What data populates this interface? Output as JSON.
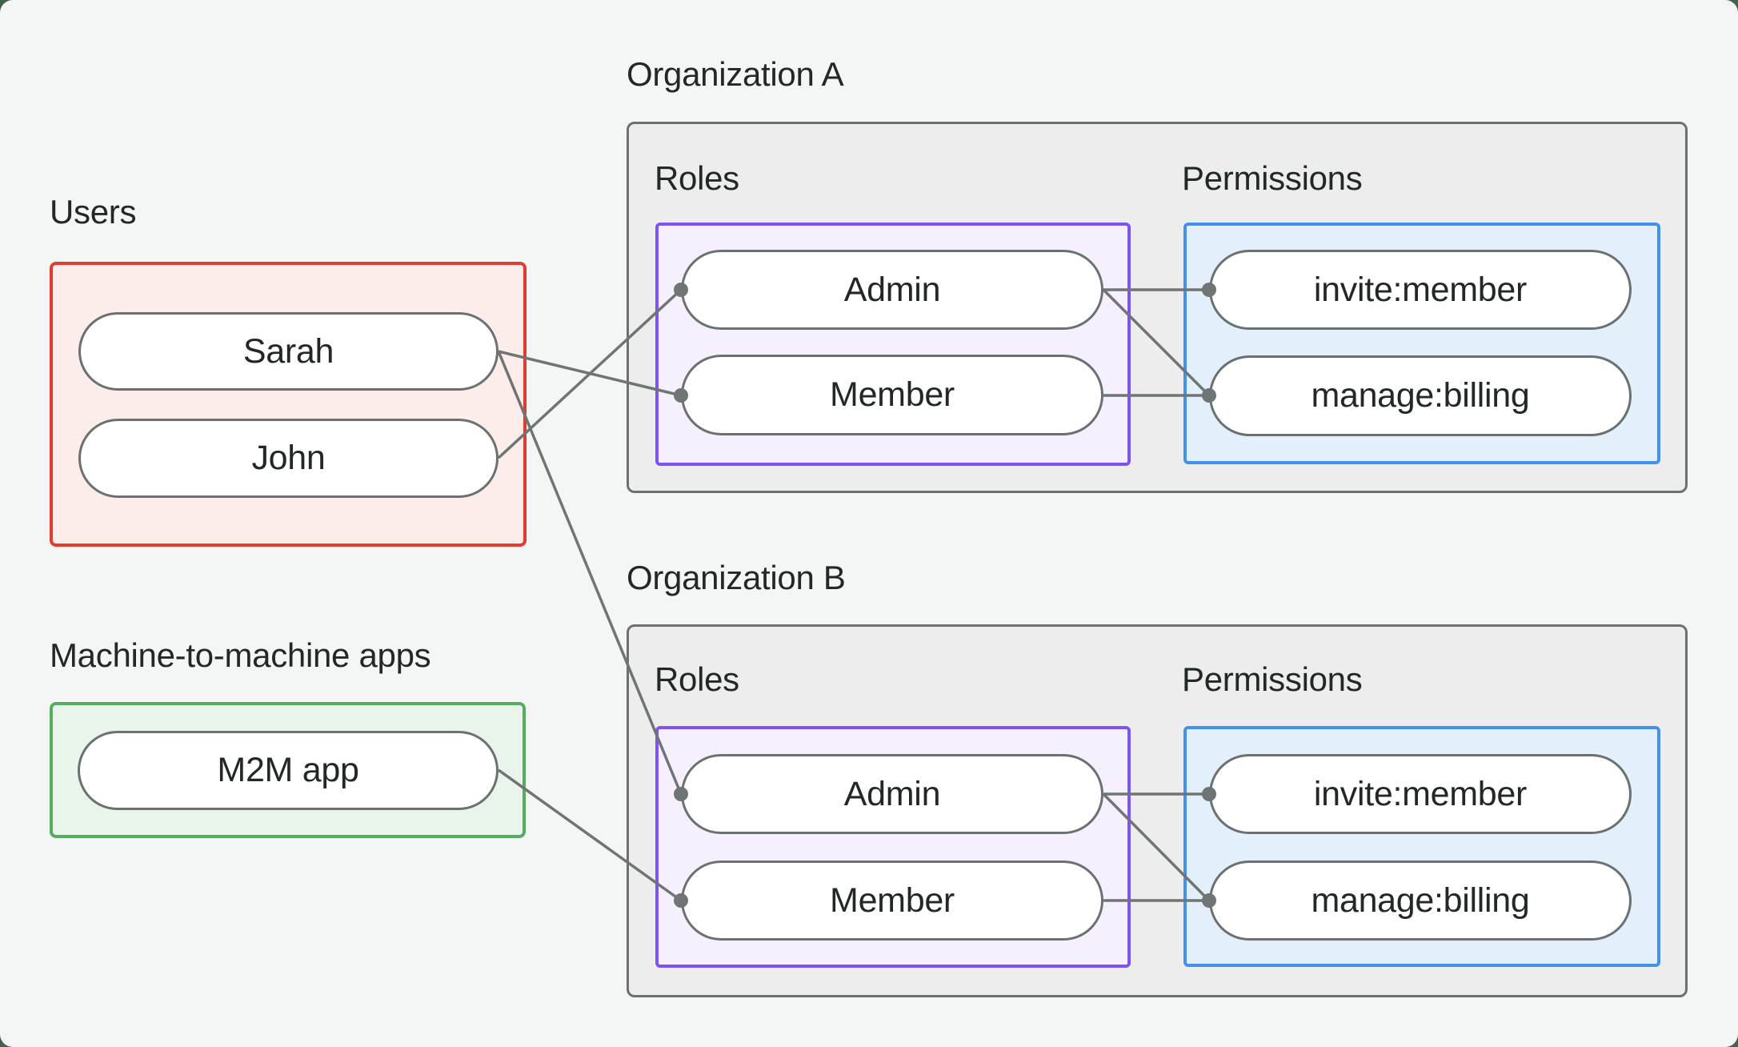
{
  "page": {
    "background_behind_panel": "#42604d",
    "panel_background": "#f4f6f5"
  },
  "users_section": {
    "label": "Users",
    "accent_border": "#e23b30",
    "fill": "#fdedea",
    "items": [
      {
        "label": "Sarah"
      },
      {
        "label": "John"
      }
    ]
  },
  "m2m_section": {
    "label": "Machine-to-machine apps",
    "accent_border": "#56ad62",
    "fill": "#e9f5ea",
    "items": [
      {
        "label": "M2M app"
      }
    ]
  },
  "organizations": [
    {
      "title": "Organization A",
      "roles_label": "Roles",
      "permissions_label": "Permissions",
      "roles": [
        {
          "label": "Admin"
        },
        {
          "label": "Member"
        }
      ],
      "permissions": [
        {
          "label": "invite:member"
        },
        {
          "label": "manage:billing"
        }
      ]
    },
    {
      "title": "Organization B",
      "roles_label": "Roles",
      "permissions_label": "Permissions",
      "roles": [
        {
          "label": "Admin"
        },
        {
          "label": "Member"
        }
      ],
      "permissions": [
        {
          "label": "invite:member"
        },
        {
          "label": "manage:billing"
        }
      ]
    }
  ],
  "connections": [
    {
      "from": "Sarah",
      "to": "Organization A / Member"
    },
    {
      "from": "John",
      "to": "Organization A / Admin"
    },
    {
      "from": "Sarah",
      "to": "Organization B / Admin"
    },
    {
      "from": "M2M app",
      "to": "Organization B / Member"
    },
    {
      "from": "Organization A / Admin",
      "to": "Organization A / invite:member"
    },
    {
      "from": "Organization A / Admin",
      "to": "Organization A / manage:billing"
    },
    {
      "from": "Organization A / Member",
      "to": "Organization A / manage:billing"
    },
    {
      "from": "Organization B / Admin",
      "to": "Organization B / invite:member"
    },
    {
      "from": "Organization B / Admin",
      "to": "Organization B / manage:billing"
    },
    {
      "from": "Organization B / Member",
      "to": "Organization B / manage:billing"
    }
  ],
  "colors": {
    "text": "#212827",
    "org_container_fill": "#ecedec",
    "org_container_border": "#6b7170",
    "roles_box_border": "#7c54f6",
    "roles_box_fill": "#f5effe",
    "permissions_box_border": "#4291ee",
    "permissions_box_fill": "#e3f0fc",
    "users_box_border": "#e23b30",
    "users_box_fill": "#fdedea",
    "m2m_box_border": "#56ad62",
    "m2m_box_fill": "#e9f5ea",
    "pill_fill": "#ffffff",
    "pill_border": "#6b7170",
    "connector": "#6f7574"
  }
}
